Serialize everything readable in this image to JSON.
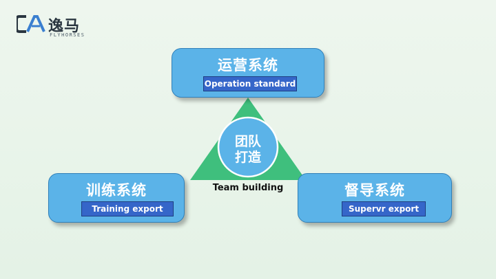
{
  "logo": {
    "name": "逸马",
    "sub": "FLYHORSES"
  },
  "diagram": {
    "top": {
      "title": "运营系统",
      "subtitle": "Operation standard"
    },
    "left": {
      "title": "训练系统",
      "subtitle": "Training export"
    },
    "right": {
      "title": "督导系统",
      "subtitle": "Supervr export"
    },
    "center": {
      "line1": "团队",
      "line2": "打造",
      "caption": "Team building"
    }
  },
  "colors": {
    "box_fill": "#5bb3e8",
    "subtitle_fill": "#3566c9",
    "triangle_fill": "#3fbf7d",
    "circle_fill": "#5bb3e8"
  }
}
